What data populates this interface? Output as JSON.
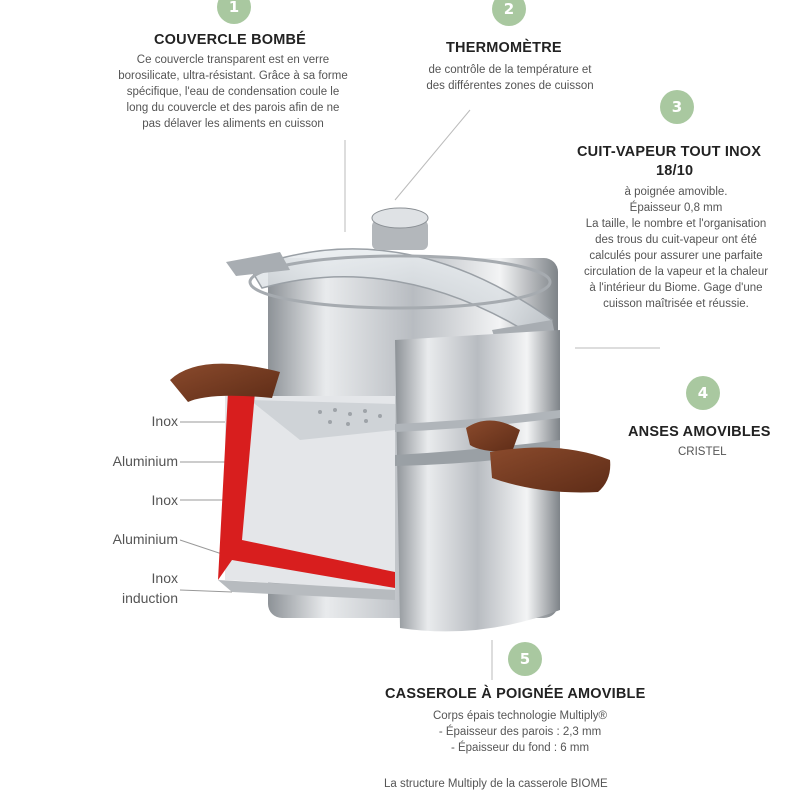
{
  "sections": [
    {
      "number": "1",
      "title": "COUVERCLE BOMBÉ",
      "lines": [
        "Ce couvercle transparent est en verre",
        "borosilicate, ultra-résistant. Grâce à sa forme",
        "spécifique, l'eau de condensation coule le",
        "long du couvercle et des parois afin de ne",
        "pas délaver les aliments en cuisson"
      ]
    },
    {
      "number": "2",
      "title": "THERMOMÈTRE",
      "lines": [
        "de contrôle de la température et",
        "des différentes  zones de cuisson"
      ]
    },
    {
      "number": "3",
      "title": "CUIT-VAPEUR TOUT INOX",
      "title2": "18/10",
      "lines": [
        "à poignée amovible.",
        "Épaisseur 0,8 mm",
        "La taille, le nombre et l'organisation",
        "des trous du cuit-vapeur ont été",
        "calculés pour assurer une parfaite",
        "circulation de la vapeur et la chaleur",
        "à l'intérieur du Biome. Gage d'une",
        "cuisson maîtrisée et réussie."
      ]
    },
    {
      "number": "4",
      "title": "ANSES AMOVIBLES",
      "lines": [
        "CRISTEL"
      ]
    },
    {
      "number": "5",
      "title": "CASSEROLE À POIGNÉE AMOVIBLE",
      "lines": [
        "Corps épais technologie Multiply®",
        "- Épaisseur des parois : 2,3 mm",
        "- Épaisseur du fond : 6 mm"
      ],
      "extra": "La structure Multiply de la casserole BIOME"
    }
  ],
  "layers": [
    "Inox",
    "Aluminium",
    "Inox",
    "Aluminium",
    "Inox",
    "induction"
  ],
  "colors": {
    "badge": "#a9c8a0",
    "red_layer": "#d81e1e",
    "handle": "#7a3b22",
    "steel": "#c9ccd0"
  }
}
